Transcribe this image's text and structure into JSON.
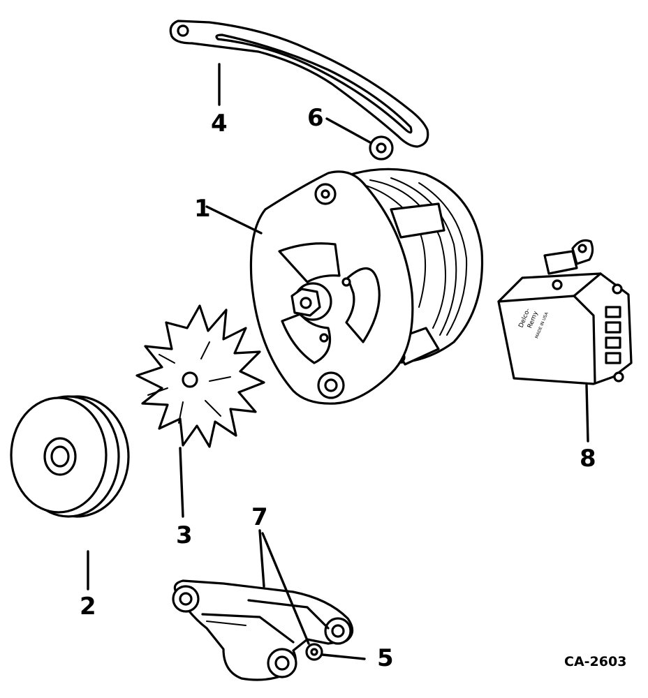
{
  "callouts": {
    "c1": "1",
    "c2": "2",
    "c3": "3",
    "c4": "4",
    "c5": "5",
    "c6": "6",
    "c7": "7",
    "c8": "8"
  },
  "reference_code": "CA-2603",
  "regulator_stamp": {
    "line1": "Delco-",
    "line2": "Remy",
    "line3": "MADE IN USA"
  }
}
